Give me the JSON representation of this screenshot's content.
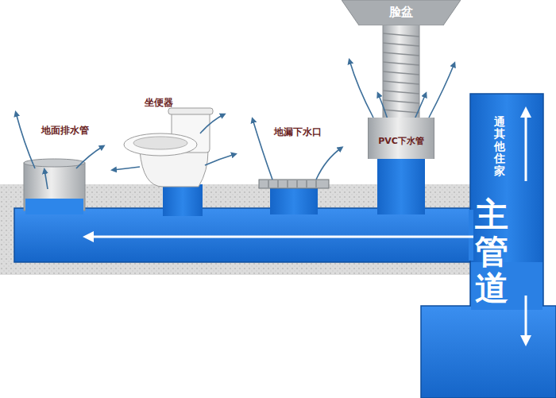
{
  "diagram": {
    "nodes": [
      {
        "text": [
          "脸盆"
        ]
      },
      {
        "text": [
          "PVC下水管"
        ]
      },
      {
        "text": [
          "通其他住家",
          "主管道"
        ]
      }
    ],
    "labels": [
      "地面排水管",
      "坐便器",
      "地漏下水口"
    ]
  }
}
